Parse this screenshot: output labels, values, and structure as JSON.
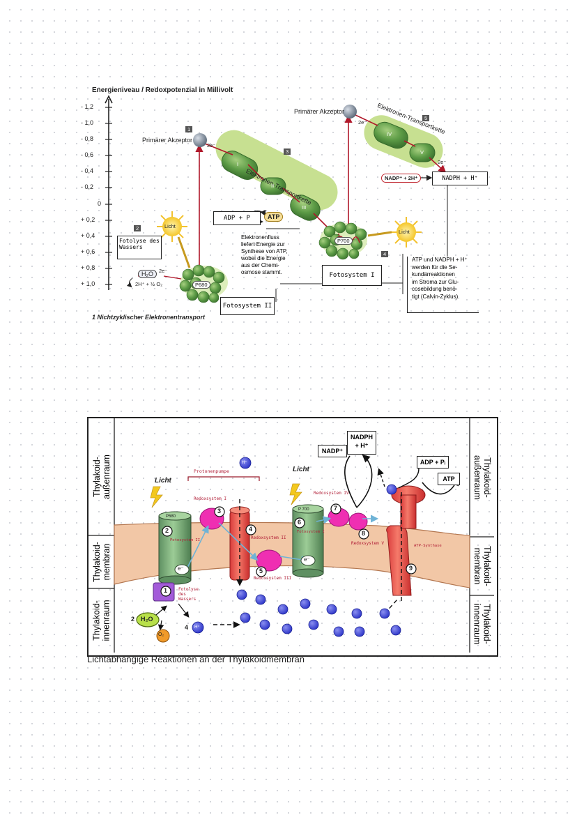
{
  "figure1": {
    "axis_title": "Energieniveau / Redoxpotenzial in Millivolt",
    "ticks": [
      "- 1,2",
      "- 1,0",
      "- 0,8",
      "- 0,6",
      "- 0,4",
      "- 0,2",
      "0",
      "+ 0,2",
      "+ 0,4",
      "+ 0,6",
      "+ 0,8",
      "+ 1,0"
    ],
    "markers": [
      "1",
      "2",
      "3",
      "4",
      "5"
    ],
    "primary_acceptor_1": "Primärer Akzeptor",
    "primary_acceptor_2": "Primärer Akzeptor",
    "e_label": "2e⁻",
    "etc_label_1": "Elektronen-Transportkette",
    "etc_label_2": "Elektronen-Transportkette",
    "complexes": [
      "I",
      "II",
      "III",
      "IV",
      "V"
    ],
    "light": "Licht",
    "photolysis_note": "Fotolyse des Wassers",
    "water": "H₂O",
    "water_products": "2H⁺ + ½ O₂",
    "p680": "P680",
    "p700": "P700",
    "adp_note": "ADP + P",
    "atp": "ATP",
    "energy_text": [
      "Elektronenfluss",
      "liefert Energie zur",
      "Synthese von ATP,",
      "wobei die Energie",
      "aus der Chemi-",
      "osmose stammt."
    ],
    "ps2_note": "Fotosystem II",
    "ps1_note": "Fotosystem I",
    "nadp_in": "NADP⁺ + 2H⁺",
    "nadph_note": "NADPH + H⁺",
    "right_text": [
      "ATP und NADPH + H⁺",
      "werden für die Se-",
      "kundärreaktionen",
      "im Stroma zur Glu-",
      "cosebildung benö-",
      "tigt (Calvin-Zyklus)."
    ],
    "caption": "1 Nichtzyklischer Elektronentransport"
  },
  "figure2": {
    "caption": "Lichtabhängige Reaktionen an der Thylakoidmembran",
    "left_labels": [
      "Thylakoid-\naußenraum",
      "Thylakoid-\nmembran",
      "Thylakoid-\ninnenraum"
    ],
    "right_labels": [
      "Thylakoid-\naußenraum",
      "Thylakoid-\nmembran",
      "Thylakoid-\ninnenraum"
    ],
    "light_1": "Licht",
    "light_2": "Licht",
    "proton_pump": "Protonenpumpe",
    "redox_1": "Redoxsystem I",
    "redox_2": "Redoxsystem II",
    "redox_3": "Redoxsystem III",
    "redox_4": "Redoxsystem IV",
    "redox_5": "Redoxsystem V",
    "p680": "P680",
    "p700": "P 700",
    "fotosystem_2": "Fotosystem II",
    "fotosystem_1": "Fotosystem I",
    "photolysis": "Fotolyse des Wassers",
    "atp_synthase": "ATP-Synthase",
    "nadp": "NADP⁺",
    "nadph": "NADPH\n+ H⁺",
    "adp": "ADP + Pᵢ",
    "atp": "ATP",
    "numbers": [
      "1",
      "2",
      "3",
      "4",
      "5",
      "6",
      "7",
      "8",
      "9"
    ],
    "water_coef": "2",
    "water": "H₂O",
    "o2": "O₂",
    "h_coef": "4",
    "h_ion": "H⁺",
    "electron": "e⁻"
  }
}
